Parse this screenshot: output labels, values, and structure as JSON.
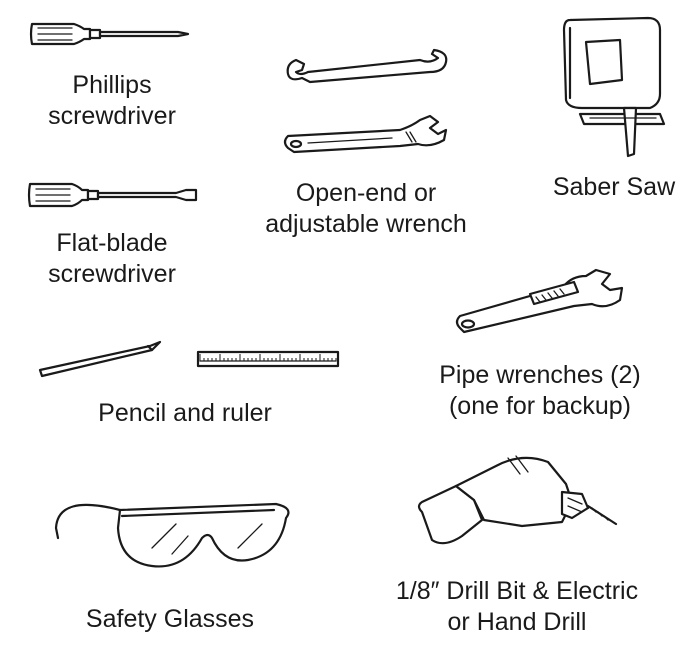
{
  "tools": [
    {
      "id": "phillips",
      "lines": [
        "Phillips",
        "screwdriver"
      ],
      "icon": "phillips-screwdriver-icon"
    },
    {
      "id": "flat",
      "lines": [
        "Flat-blade",
        "screwdriver"
      ],
      "icon": "flat-blade-screwdriver-icon"
    },
    {
      "id": "wrench",
      "lines": [
        "Open-end or",
        "adjustable wrench"
      ],
      "icon": "wrench-icon"
    },
    {
      "id": "saw",
      "lines": [
        "Saber Saw"
      ],
      "icon": "saber-saw-icon"
    },
    {
      "id": "pencil",
      "lines": [
        "Pencil and ruler"
      ],
      "icon": "pencil-ruler-icon"
    },
    {
      "id": "pipe",
      "lines": [
        "Pipe wrenches (2)",
        "(one for backup)"
      ],
      "icon": "pipe-wrench-icon"
    },
    {
      "id": "glasses",
      "lines": [
        "Safety Glasses"
      ],
      "icon": "safety-glasses-icon"
    },
    {
      "id": "drill",
      "lines": [
        "1/8″ Drill Bit & Electric",
        "or Hand Drill"
      ],
      "icon": "drill-icon"
    }
  ],
  "colors": {
    "ink": "#1a1a1a",
    "background": "#ffffff"
  }
}
